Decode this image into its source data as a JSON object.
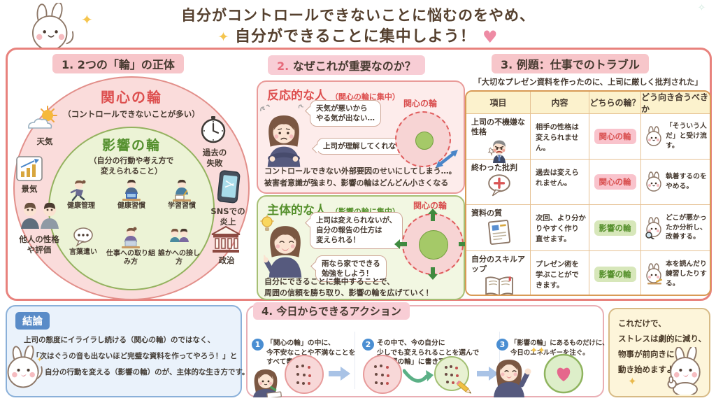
{
  "title": {
    "line1": "自分がコントロールできないことに悩むのをやめ、",
    "line2": "自分ができることに集中しよう！"
  },
  "section1": {
    "header": "1. 2つの「輪」の正体",
    "concern_title": "関心の輪",
    "concern_subtitle": "（コントロールできないことが多い）",
    "influence_title": "影響の輪",
    "influence_sub1": "（自分の行動や考え方で",
    "influence_sub2": "変えられること）",
    "inner_items": [
      "健康管理",
      "健康習慣",
      "学習習慣",
      "言葉遣い",
      "仕事への取り組み方",
      "誰かへの接し方"
    ],
    "outer": {
      "weather": "天気",
      "economy": "景気",
      "others_l1": "他人の性格",
      "others_l2": "や評価",
      "past_l1": "過去の",
      "past_l2": "失敗",
      "sns_l1": "SNSでの",
      "sns_l2": "炎上",
      "politics": "政治"
    }
  },
  "section2": {
    "header_num": "2.",
    "header_text": "なぜこれが重要なのか？",
    "reactive": {
      "title": "反応的な人",
      "subtitle": "（関心の輪に集中）",
      "bubble1_line1": "天気が悪いから",
      "bubble1_line2": "やる気が出ない…",
      "bubble2": "上司が理解してくれない…",
      "diagram_label": "関心の輪",
      "caption1": "コントロールできない外部要因のせいにしてしまう…。",
      "caption2": "被害者意識が強まり、影響の輪はどんどん小さくなる"
    },
    "proactive": {
      "title": "主体的な人",
      "subtitle": "（影響の輪に集中）",
      "bubble1_line1": "上司は変えられないが、",
      "bubble1_line2": "自分の報告の仕方は",
      "bubble1_line3": "変えられる！",
      "bubble2_line1": "雨なら家でできる",
      "bubble2_line2": "勉強をしよう！",
      "diagram_label": "関心の輪",
      "caption1": "自分にできることに集中することで、",
      "caption2": "周囲の信頼を勝ち取り、影響の輪を広げていく！"
    }
  },
  "section3": {
    "header": "3. 例題：仕事でのトラブル",
    "subtitle": "「大切なプレゼン資料を作ったのに、上司に厳しく批判された」",
    "columns": [
      "項目",
      "内容",
      "どちらの輪？",
      "どう向き合うべきか"
    ],
    "rows": [
      {
        "item": "上司の不機嫌な性格",
        "content": "相手の性格は変えられません。",
        "wheel": "関心の輪",
        "advice": "「そういう人だ」と受け流す。"
      },
      {
        "item": "終わった批判",
        "content": "過去は変えられません。",
        "wheel": "関心の輪",
        "advice": "執着するのをやめる。"
      },
      {
        "item": "資料の質",
        "content": "次回、より分かりやすく作り直せます。",
        "wheel": "影響の輪",
        "advice": "どこが悪かったか分析し、改善する。"
      },
      {
        "item": "自分のスキルアップ",
        "content": "プレゼン術を学ぶことができます。",
        "wheel": "影響の輪",
        "advice": "本を読んだり練習したりする。"
      }
    ]
  },
  "conclusion": {
    "badge": "結論",
    "line1": "上司の態度にイライラし続ける（関心の輪）のではなく、",
    "line2": "「次はぐうの音も出ないほど完璧な資料を作ってやろう！」と",
    "line3": "自分の行動を変える（影響の輪）のが、主体的な生き方です。"
  },
  "section4": {
    "header": "4. 今日からできるアクション",
    "steps": [
      {
        "num": "1",
        "line1": "「関心の輪」の中に、",
        "line2": "今不安なことや不満なことを",
        "line3": "すべて書き出す。"
      },
      {
        "num": "2",
        "line1": "その中で、今の自分に",
        "line2": "少しでも変えられることを選んで",
        "line3": "「影響の輪」に書き写す。"
      },
      {
        "num": "3",
        "line1": "「影響の輪」にあるものだけに、",
        "line2": "今日のエネルギーを注ぐ。"
      }
    ]
  },
  "closing": {
    "line1": "これだけで、",
    "line2": "ストレスは劇的に減り、",
    "line3": "物事が前向きに",
    "line4": "動き始めますよ！"
  },
  "colors": {
    "main_border": "#e8827d",
    "accent_red": "#dd4f4f",
    "accent_green": "#55902c",
    "accent_blue": "#4a8ed2",
    "concern_fill": "#fadcdb",
    "influence_fill": "#ecf3d6",
    "table_border": "#d89a55",
    "conclusion_blue": "#5a8cc8"
  }
}
